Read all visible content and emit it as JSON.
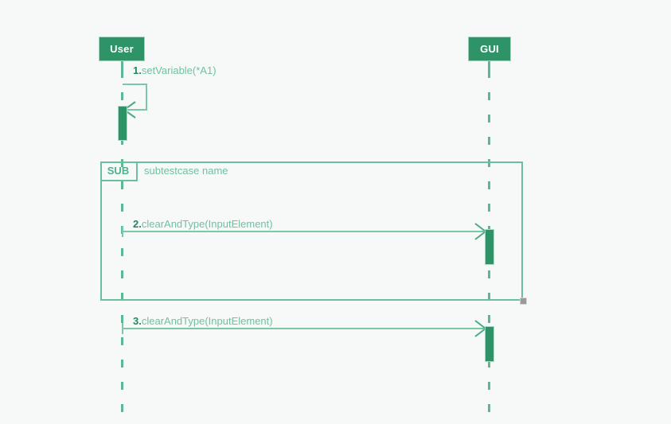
{
  "diagram": {
    "type": "sequence-diagram",
    "background_color": "#f7f8f8",
    "accent_color": "#2e9467",
    "line_color": "#5cb795",
    "label_color": "#6fc2a0",
    "number_color": "#1f8a5c",
    "handle_color": "#9a9a9a",
    "participants": [
      {
        "id": "user",
        "label": "User"
      },
      {
        "id": "gui",
        "label": "GUI"
      }
    ],
    "messages": [
      {
        "number": "1.",
        "text": "setVariable(*A1)",
        "from": "user",
        "to": "user",
        "kind": "self"
      },
      {
        "number": "2.",
        "text": "clearAndType(InputElement)",
        "from": "user",
        "to": "gui",
        "kind": "call"
      },
      {
        "number": "3.",
        "text": "clearAndType(InputElement)",
        "from": "user",
        "to": "gui",
        "kind": "call"
      }
    ],
    "fragment": {
      "tag": "SUB",
      "name": "subtestcase name"
    }
  }
}
